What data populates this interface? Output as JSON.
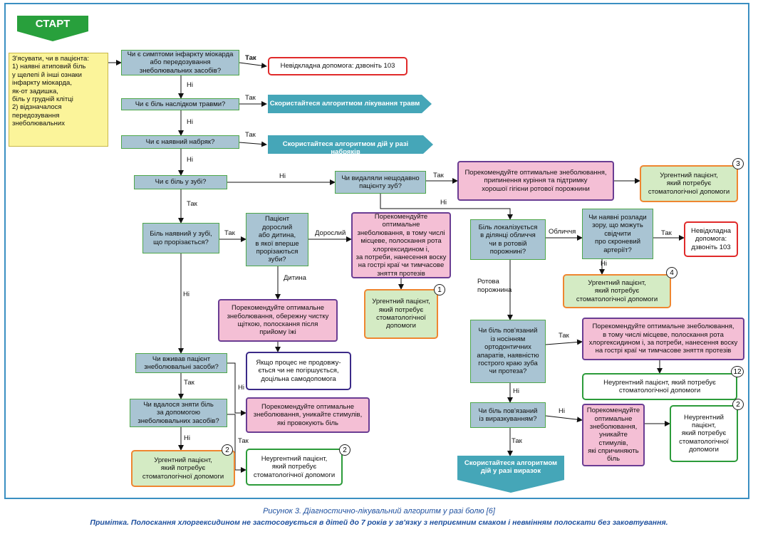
{
  "start": "СТАРТ",
  "intro": "З'ясувати, чи в пацієнта:\n1) наявні атиповий біль\n    у щелепі й інші ознаки\n    інфаркту міокарда,\n    як-от задишка,\n    біль у грудній клітці\n2) відзначалося\n    передозування\n    знеболювальних",
  "questions": {
    "q1": "Чи є симптоми інфаркту міокарда\nабо передозування\nзнеболювальних засобів?",
    "q2": "Чи є біль наслідком травми?",
    "q3": "Чи є наявний набряк?",
    "q4": "Чи є біль у зубі?",
    "q5": "Чи видаляли нещодавно\nпацієнту зуб?",
    "q6": "Біль наявний у зубі,\nщо прорізається?",
    "q7": "Пацієнт дорослий\nабо дитина,\nв якої вперше\nпрорізаються\nзуби?",
    "q8": "Біль локалізується\nв ділянці обличчя\nчи в ротовій\nпорожнині?",
    "q9": "Чи наявні розлади\nзору, що можуть\nсвідчити\nпро скроневий\nартеріїт?",
    "q10": "Чи вживав пацієнт\nзнеболювальні засоби?",
    "q11": "Чи вдалося зняти біль\nза допомогою\nзнеболювальних засобів?",
    "q12": "Чи біль пов'язаний\nіз носінням\nортодонтичних\nапаратів, наявністю\nгострого краю зуба\nчи протеза?",
    "q13": "Чи біль пов'язаний\nіз виразкуванням?"
  },
  "outcomes": {
    "emergency1": "Невідкладна допомога: дзвоніть 103",
    "trauma": "Скористайтеся алгоритмом лікування травм",
    "swelling": "Скористайтеся алгоритмом дій у разі набряків",
    "smoking": "Порекомендуйте оптимальне знеболювання,\nприпинення куріння та підтримку\nхорошої гігієни ротової порожнини",
    "urgent3": "Ургентний пацієнт,\nякий потребує\nстоматологічної допомоги",
    "chlor1": "Порекомендуйте оптимальне\nзнеболювання, в тому числі\nмісцеве, полоскання рота\nхлоргексидином і,\nза потреби, нанесення воску\nна гострі краї чи тимчасове\nзняття протезів",
    "urgent1": "Ургентний пацієнт,\nякий потребує\nстоматологічної\nдопомоги",
    "emergency2": "Невідкладна\nдопомога:\nдзвоніть 103",
    "urgent4": "Ургентний пацієнт,\nякий потребує\nстоматологічної допомоги",
    "cleaning": "Порекомендуйте оптимальне\nзнеболювання, обережну чистку\nщіткою, полоскання після\nприйому їжі",
    "selfcare": "Якщо процес не продовжу-\nється чи не погіршується,\nдоцільна самодопомога",
    "avoid": "Порекомендуйте оптимальне\nзнеболювання, уникайте стимулів,\nякі провокують біль",
    "urgent2": "Ургентний пацієнт,\nякий потребує\nстоматологічної допомоги",
    "nonurgent2a": "Неургентний пацієнт,\nякий потребує\nстоматологічної допомоги",
    "chlor2": "Порекомендуйте оптимальне знеболювання,\nв тому числі місцеве, полоскання рота\nхлоргексидином і, за потреби, нанесення воску\nна гострі краї чи тимчасове зняття протезів",
    "nonurgent12": "Неургентний пацієнт, який потребує\nстоматологічної допомоги",
    "avoid2": "Порекомендуйте\nоптимальне\nзнеболювання,\nуникайте стимулів,\nякі спричиняють\nбіль",
    "nonurgent2b": "Неургентний\nпацієнт,\nякий потребує\nстоматологічної\nдопомоги",
    "ulcer": "Скористайтеся алгоритмом\nдій у разі виразок"
  },
  "badges": {
    "b3": "3",
    "b1": "1",
    "b4": "4",
    "b2a": "2",
    "b2b": "2",
    "b12": "12",
    "b2c": "2"
  },
  "edge_labels": {
    "tak1": "Так",
    "ni1": "Ні",
    "tak2": "Так",
    "ni2": "Ні",
    "tak3": "Так",
    "ni3": "Ні",
    "ni4": "Ні",
    "tak4": "Так",
    "tak5": "Так",
    "ni5": "Ні",
    "tak6": "Так",
    "ni6": "Ні",
    "adult": "Дорослий",
    "child": "Дитина",
    "face": "Обличчя",
    "tak9": "Так",
    "ni9": "Ні",
    "mouth": "Ротова\nпорожнина",
    "tak12": "Так",
    "ni12": "Ні",
    "ni13": "Ні",
    "tak13": "Так",
    "tak10": "Так",
    "ni10": "Ні",
    "tak11": "Так",
    "ni11": "Ні"
  },
  "caption": {
    "title": "Рисунок 3. Діагностично-лікувальний алгоритм у разі болю [6]",
    "note": "Примітка. Полоскання хлоргексидином не застосовується в дітей до 7 років у зв'язку з неприємним смаком і невмінням полоскати без заковтування."
  }
}
